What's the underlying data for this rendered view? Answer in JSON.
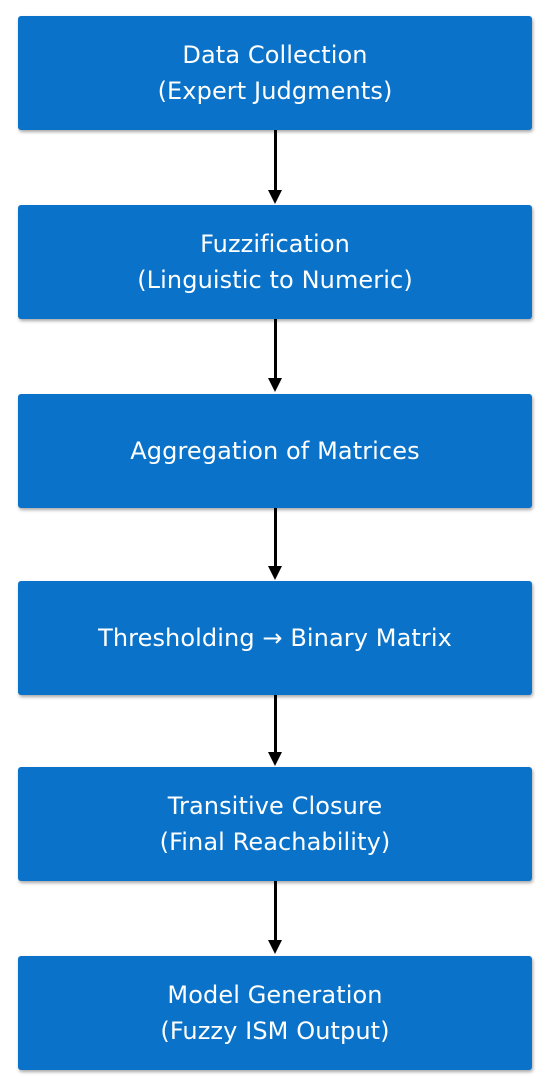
{
  "steps": [
    {
      "line1": "Data Collection",
      "line2": "(Expert Judgments)"
    },
    {
      "line1": "Fuzzification",
      "line2": "(Linguistic to Numeric)"
    },
    {
      "line1": "Aggregation of Matrices",
      "line2": ""
    },
    {
      "line1": "Thresholding → Binary Matrix",
      "line2": ""
    },
    {
      "line1": "Transitive Closure",
      "line2": "(Final Reachability)"
    },
    {
      "line1": "Model Generation",
      "line2": "(Fuzzy ISM Output)"
    }
  ],
  "colors": {
    "box_fill": "#0A73C9",
    "box_text": "#FFFFFF",
    "arrow": "#000000",
    "background": "#FFFFFF"
  }
}
